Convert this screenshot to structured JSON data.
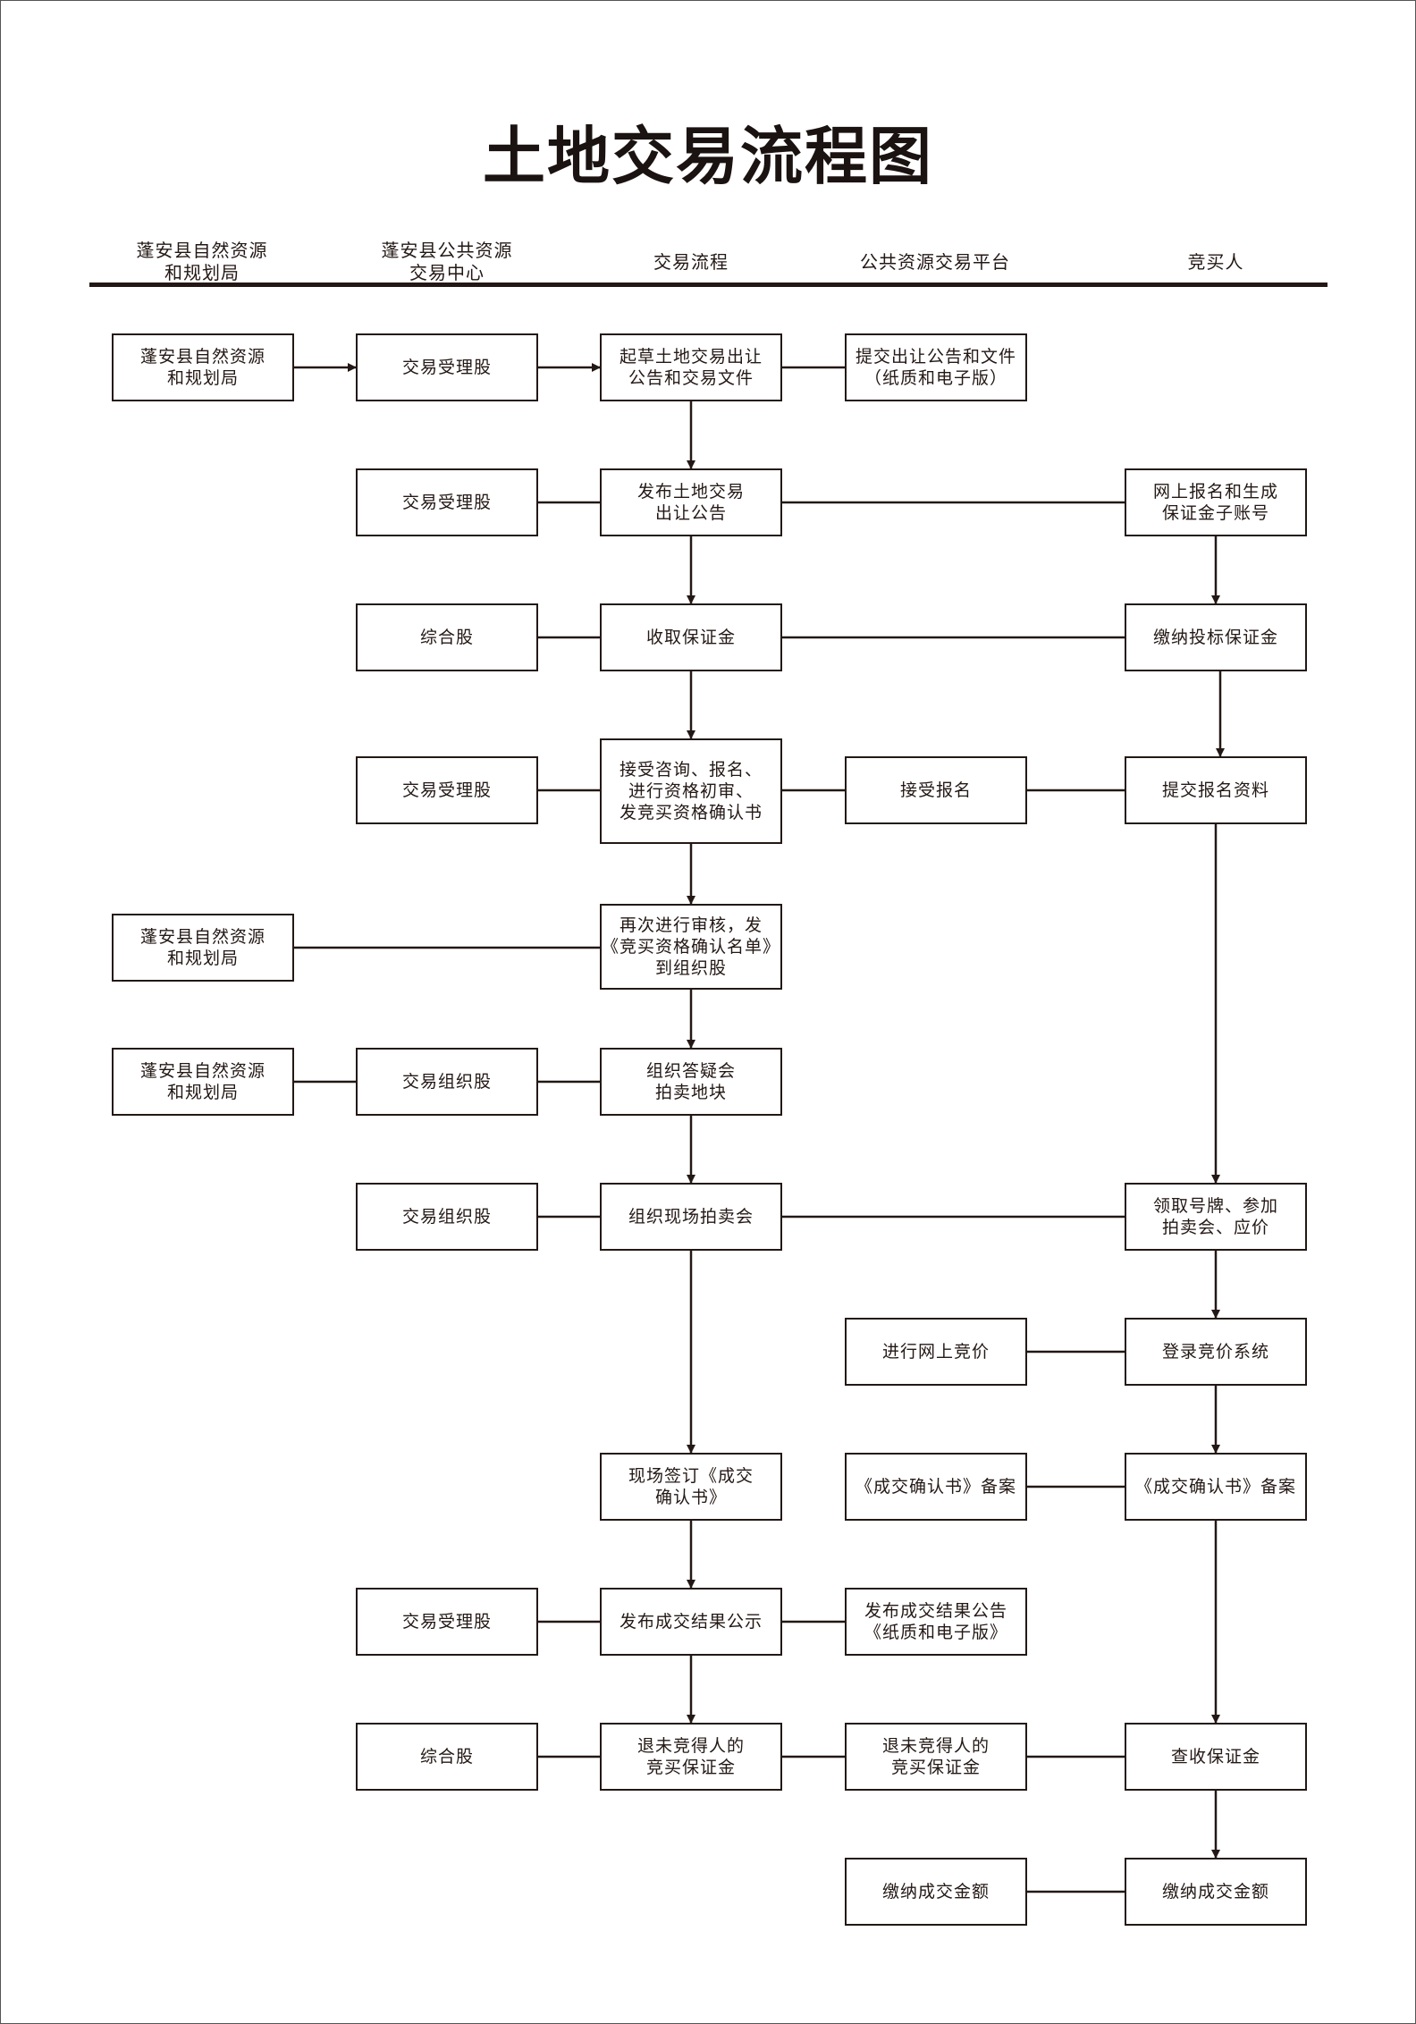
{
  "title": "土地交易流程图",
  "columns": [
    "蓬安县自然资源\n和规划局",
    "蓬安县公共资源\n交易中心",
    "交易流程",
    "公共资源交易平台",
    "竞买人"
  ],
  "nodes": [
    {
      "id": "a1",
      "text": "蓬安县自然资源\n和规划局"
    },
    {
      "id": "b1",
      "text": "交易受理股"
    },
    {
      "id": "c1",
      "text": "起草土地交易出让\n公告和交易文件"
    },
    {
      "id": "d1",
      "text": "提交出让公告和文件\n（纸质和电子版）"
    },
    {
      "id": "b2",
      "text": "交易受理股"
    },
    {
      "id": "c2",
      "text": "发布土地交易\n出让公告"
    },
    {
      "id": "e2",
      "text": "网上报名和生成\n保证金子账号"
    },
    {
      "id": "b3",
      "text": "综合股"
    },
    {
      "id": "c3",
      "text": "收取保证金"
    },
    {
      "id": "e3",
      "text": "缴纳投标保证金"
    },
    {
      "id": "b4",
      "text": "交易受理股"
    },
    {
      "id": "c4",
      "text": "接受咨询、报名、\n进行资格初审、\n发竞买资格确认书"
    },
    {
      "id": "d4",
      "text": "接受报名"
    },
    {
      "id": "e4",
      "text": "提交报名资料"
    },
    {
      "id": "a5",
      "text": "蓬安县自然资源\n和规划局"
    },
    {
      "id": "c5",
      "text": "再次进行审核，发\n《竞买资格确认名单》\n到组织股"
    },
    {
      "id": "a6",
      "text": "蓬安县自然资源\n和规划局"
    },
    {
      "id": "b6",
      "text": "交易组织股"
    },
    {
      "id": "c6",
      "text": "组织答疑会\n拍卖地块"
    },
    {
      "id": "b7",
      "text": "交易组织股"
    },
    {
      "id": "c7",
      "text": "组织现场拍卖会"
    },
    {
      "id": "e7",
      "text": "领取号牌、参加\n拍卖会、应价"
    },
    {
      "id": "d8",
      "text": "进行网上竞价"
    },
    {
      "id": "e8",
      "text": "登录竞价系统"
    },
    {
      "id": "c9",
      "text": "现场签订《成交\n确认书》"
    },
    {
      "id": "d9",
      "text": "《成交确认书》备案"
    },
    {
      "id": "e9",
      "text": "《成交确认书》备案"
    },
    {
      "id": "b10",
      "text": "交易受理股"
    },
    {
      "id": "c10",
      "text": "发布成交结果公示"
    },
    {
      "id": "d10",
      "text": "发布成交结果公告\n《纸质和电子版》"
    },
    {
      "id": "b11",
      "text": "综合股"
    },
    {
      "id": "c11",
      "text": "退未竞得人的\n竞买保证金"
    },
    {
      "id": "d11",
      "text": "退未竞得人的\n竞买保证金"
    },
    {
      "id": "e11",
      "text": "查收保证金"
    },
    {
      "id": "d12",
      "text": "缴纳成交金额"
    },
    {
      "id": "e12",
      "text": "缴纳成交金额"
    }
  ]
}
